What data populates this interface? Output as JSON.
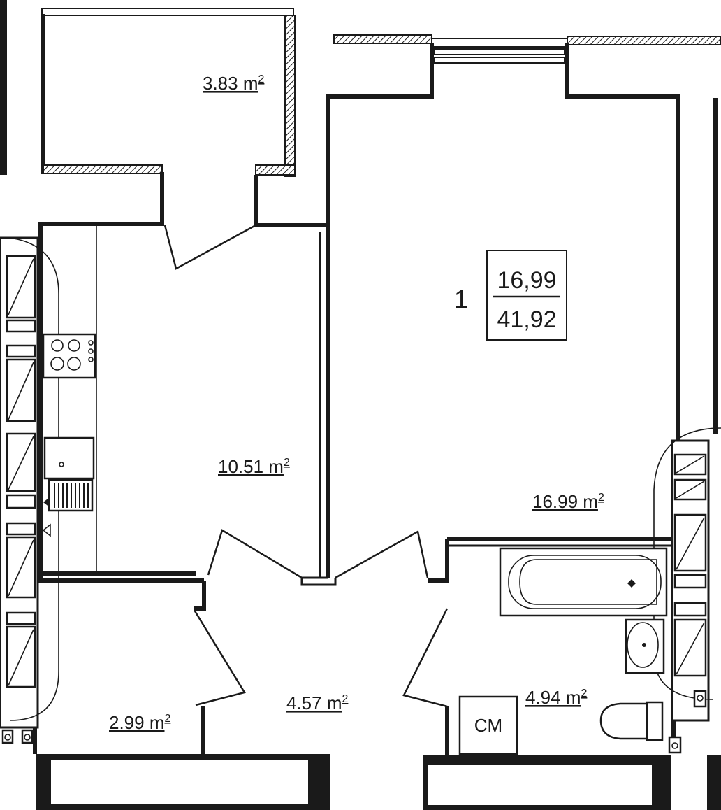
{
  "apartment": {
    "number": "1",
    "living_area": "16,99",
    "total_area": "41,92"
  },
  "rooms": [
    {
      "id": "balcony",
      "area": "3.83 m",
      "unit_sup": "2"
    },
    {
      "id": "kitchen",
      "area": "10.51 m",
      "unit_sup": "2"
    },
    {
      "id": "living_room",
      "area": "16.99 m",
      "unit_sup": "2"
    },
    {
      "id": "hall",
      "area": "4.57 m",
      "unit_sup": "2"
    },
    {
      "id": "storage",
      "area": "2.99 m",
      "unit_sup": "2"
    },
    {
      "id": "bathroom",
      "area": "4.94 m",
      "unit_sup": "2"
    }
  ],
  "fixtures": {
    "washing_machine_label": "CM"
  }
}
